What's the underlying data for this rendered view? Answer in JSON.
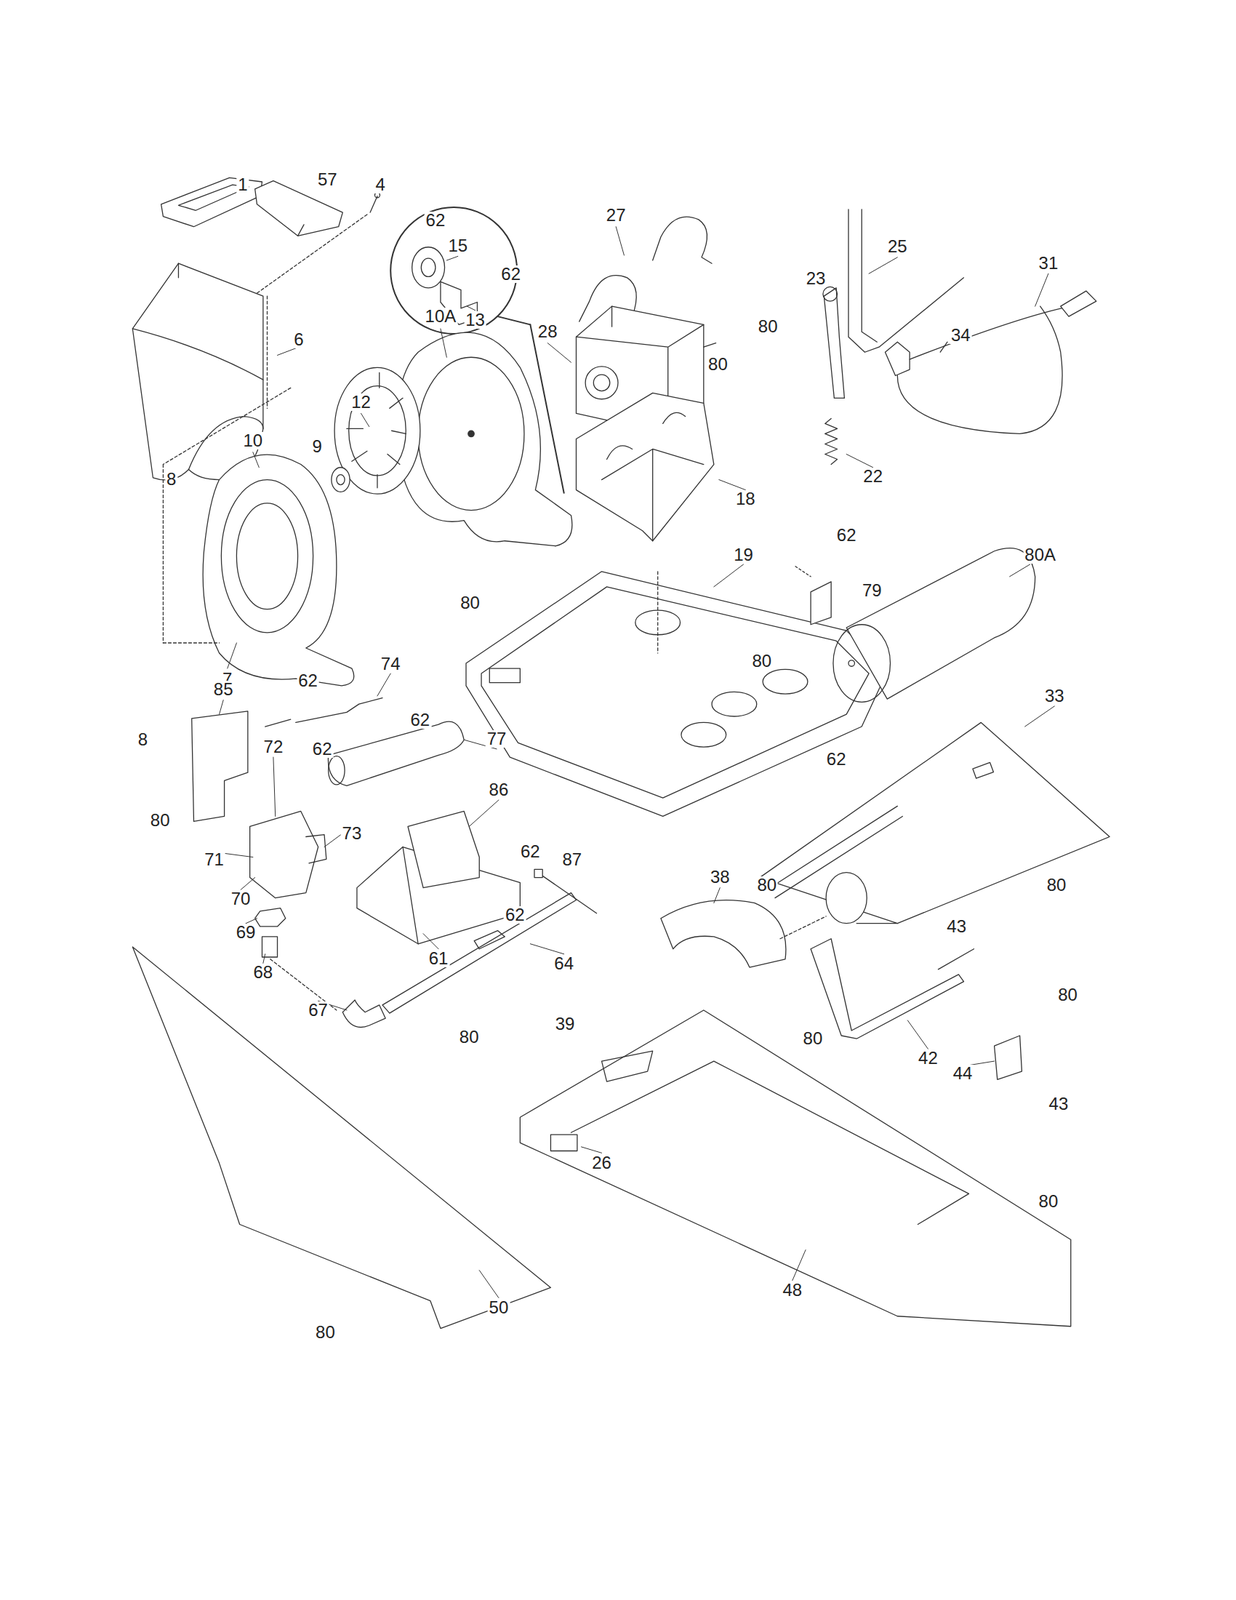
{
  "diagram": {
    "labels": [
      "1",
      "57",
      "4",
      "62",
      "15",
      "62",
      "13",
      "6",
      "10A",
      "12",
      "28",
      "27",
      "80",
      "80",
      "23",
      "25",
      "34",
      "31",
      "10",
      "9",
      "8",
      "18",
      "22",
      "19",
      "62",
      "79",
      "80A",
      "80",
      "7",
      "80",
      "85",
      "74",
      "62",
      "62",
      "77",
      "62",
      "8",
      "72",
      "80",
      "86",
      "73",
      "71",
      "70",
      "62",
      "87",
      "62",
      "69",
      "68",
      "61",
      "64",
      "33",
      "62",
      "80",
      "80",
      "38",
      "43",
      "80",
      "39",
      "80",
      "42",
      "44",
      "43",
      "67",
      "80",
      "26",
      "80",
      "48",
      "50",
      "80"
    ]
  }
}
